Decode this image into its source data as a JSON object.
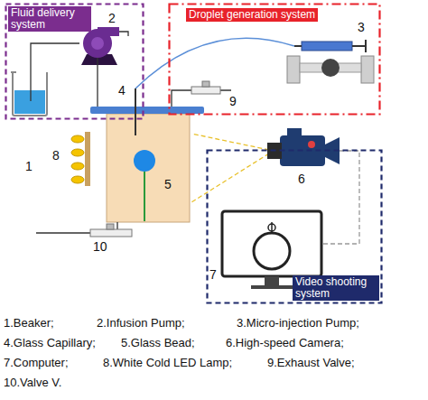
{
  "diagram": {
    "nodes": [
      {
        "text": [
          "Fluid delivery system"
        ]
      },
      {
        "text": [
          "Droplet generation system"
        ]
      },
      {
        "text": [
          "Video shooting system"
        ]
      }
    ],
    "labels": [
      "1",
      "2",
      "3",
      "4",
      "5",
      "6",
      "7",
      "8",
      "9",
      "10",
      "1.Beaker;",
      "2.Infusion Pump;",
      "3.Micro-injection Pump;",
      "4.Glass Capillary;",
      "5.Glass Bead;",
      "6.High-speed Camera;",
      "7.Computer;",
      "8.White Cold LED Lamp;",
      "9.Exhaust Valve;",
      "10.Valve V."
    ]
  }
}
